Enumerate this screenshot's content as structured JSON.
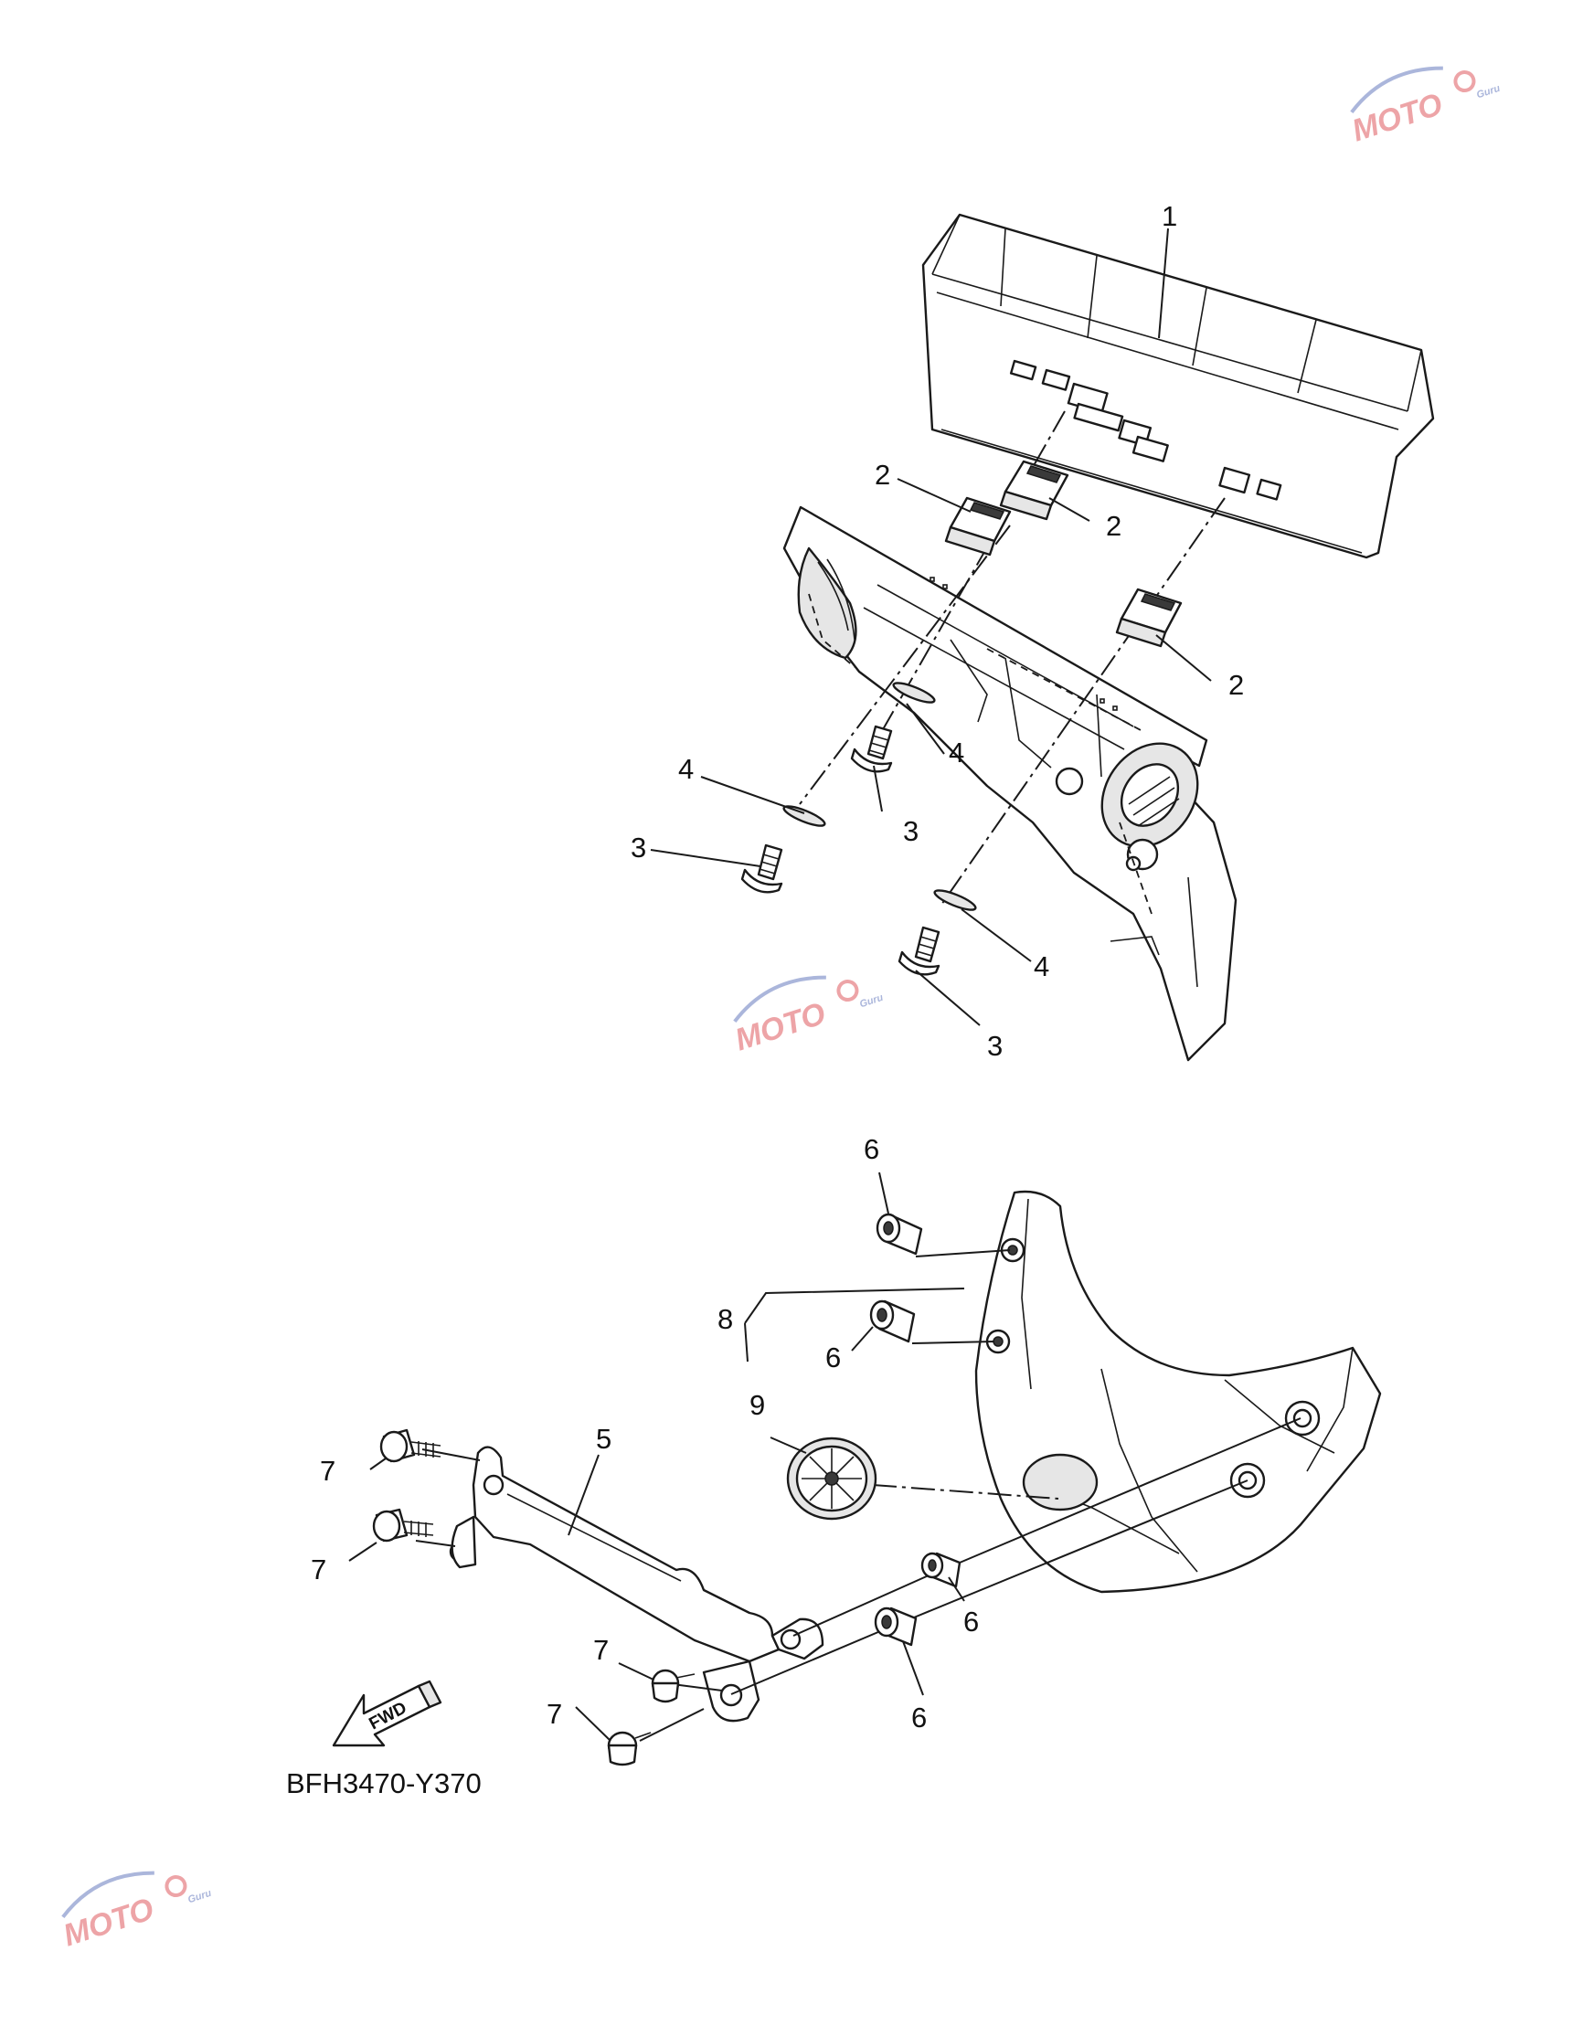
{
  "diagram": {
    "code": "BFH3470-Y370",
    "fwd_label": "FWD",
    "callouts": [
      {
        "id": "c1",
        "label": "1"
      },
      {
        "id": "c2a",
        "label": "2"
      },
      {
        "id": "c2b",
        "label": "2"
      },
      {
        "id": "c2c",
        "label": "2"
      },
      {
        "id": "c3a",
        "label": "3"
      },
      {
        "id": "c3b",
        "label": "3"
      },
      {
        "id": "c3c",
        "label": "3"
      },
      {
        "id": "c4a",
        "label": "4"
      },
      {
        "id": "c4b",
        "label": "4"
      },
      {
        "id": "c4c",
        "label": "4"
      },
      {
        "id": "c5",
        "label": "5"
      },
      {
        "id": "c6a",
        "label": "6"
      },
      {
        "id": "c6b",
        "label": "6"
      },
      {
        "id": "c6c",
        "label": "6"
      },
      {
        "id": "c6d",
        "label": "6"
      },
      {
        "id": "c7a",
        "label": "7"
      },
      {
        "id": "c7b",
        "label": "7"
      },
      {
        "id": "c7c",
        "label": "7"
      },
      {
        "id": "c7d",
        "label": "7"
      },
      {
        "id": "c8",
        "label": "8"
      },
      {
        "id": "c9",
        "label": "9"
      }
    ]
  },
  "watermark": {
    "text": "MOTO",
    "subtext": "Guru",
    "colors": {
      "primary": "#e8868a",
      "secondary": "#8f9ed0"
    }
  }
}
